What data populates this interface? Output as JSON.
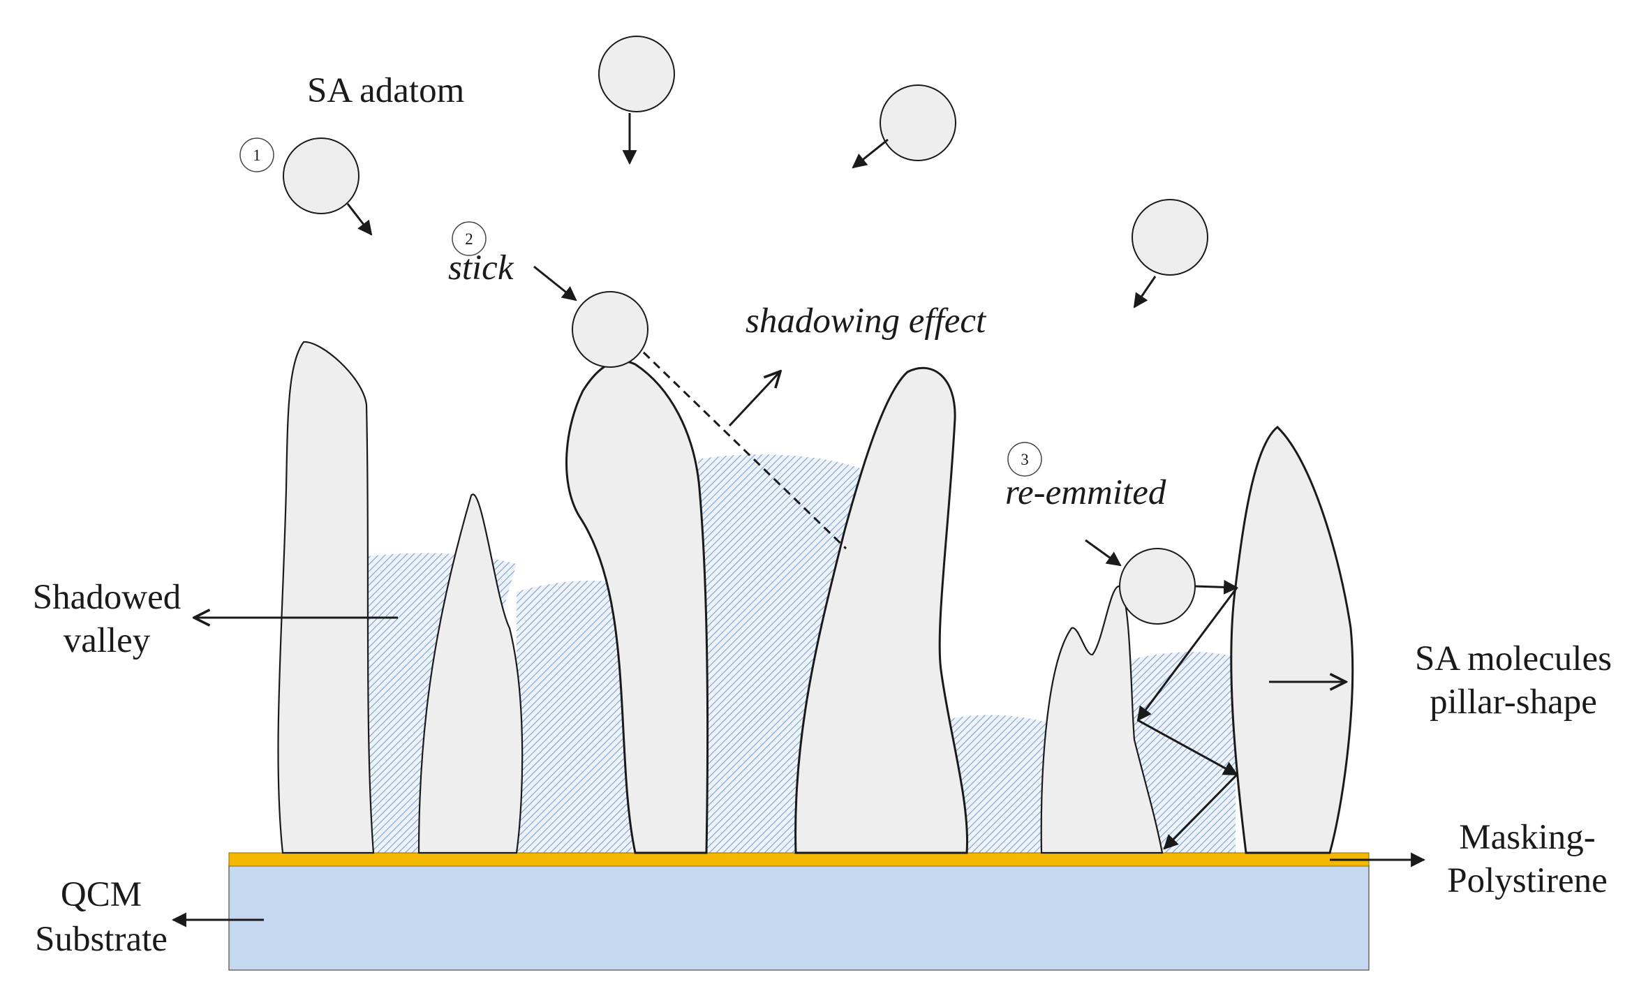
{
  "labels": {
    "sa_adatom": "SA adatom",
    "stick": "stick",
    "shadowing_effect": "shadowing effect",
    "re_emmited": "re-emmited",
    "shadowed_valley_line1": "Shadowed",
    "shadowed_valley_line2": "valley",
    "sa_molecules_line1": "SA molecules",
    "sa_molecules_line2": "pillar-shape",
    "masking_line1": "Masking-",
    "masking_line2": "Polystirene",
    "qcm_line1": "QCM",
    "qcm_line2": "Substrate"
  },
  "steps": {
    "step1": "1",
    "step2": "2",
    "step3": "3"
  },
  "colors": {
    "pillar_fill": "#eeeeee",
    "outline": "#1a1a1a",
    "shadow_hatch": "#6b93c6",
    "masking_layer": "#f5b800",
    "substrate": "#c5d8f0",
    "adatom_fill": "#eeeeee"
  }
}
